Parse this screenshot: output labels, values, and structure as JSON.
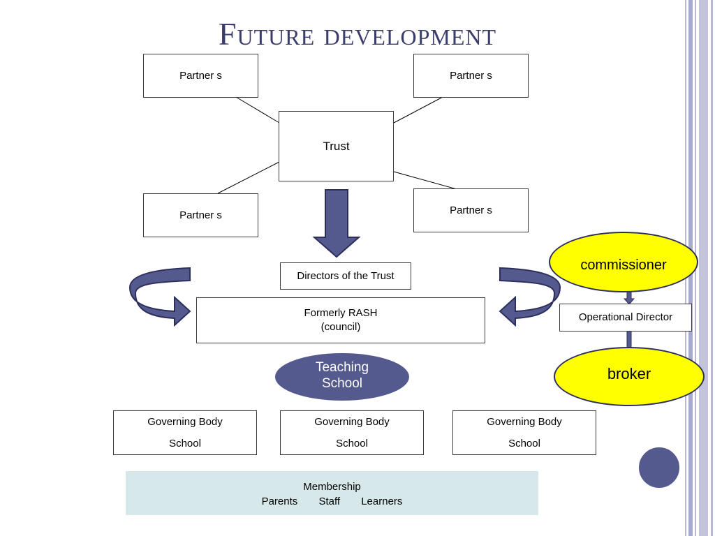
{
  "title": "Future development",
  "partners": [
    "Partner s",
    "Partner s",
    "Partner s",
    "Partner s"
  ],
  "trust": "Trust",
  "directors": "Directors of the Trust",
  "rash": {
    "line1": "Formerly RASH",
    "line2": "(council)"
  },
  "teaching_school": {
    "line1": "Teaching",
    "line2": "School"
  },
  "commissioner": "commissioner",
  "operational_director": "Operational Director",
  "broker": "broker",
  "governing_bodies": [
    {
      "line1": "Governing Body",
      "line2": "School"
    },
    {
      "line1": "Governing Body",
      "line2": "School"
    },
    {
      "line1": "Governing Body",
      "line2": "School"
    }
  ],
  "membership": {
    "title": "Membership",
    "items": [
      "Parents",
      "Staff",
      "Learners"
    ]
  },
  "colors": {
    "title": "#3b3d6b",
    "arrow": "#555a8e",
    "arrow_stroke": "#2c2f5c",
    "ellipse_fill": "#ffff00",
    "teaching_fill": "#555a8e",
    "membership_bg": "#d7e8ea"
  }
}
